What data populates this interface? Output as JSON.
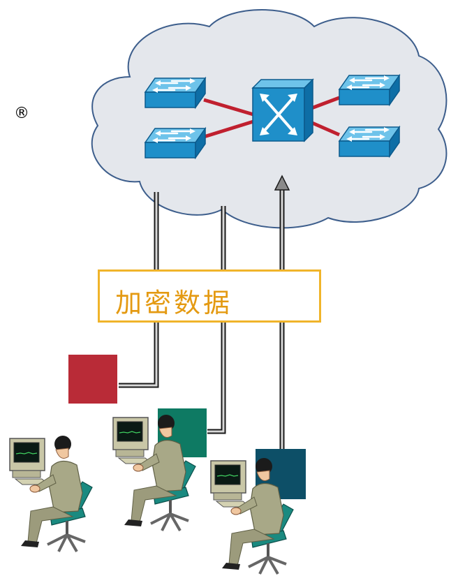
{
  "diagram": {
    "mark": "®",
    "label": "加密数据",
    "colors": {
      "cloud_fill": "#e4e7ec",
      "cloud_stroke": "#3d5e8c",
      "device_blue": "#1f8fc9",
      "link_red": "#c0202f",
      "label_border": "#f0b42a",
      "label_text": "#e49a12",
      "square_red": "#b92b37",
      "square_green": "#0e7a63",
      "square_teal": "#0d4f67"
    },
    "nodes": [
      {
        "id": "switch-top-left",
        "type": "switch-icon"
      },
      {
        "id": "switch-bottom-left",
        "type": "switch-icon"
      },
      {
        "id": "switch-top-right",
        "type": "switch-icon"
      },
      {
        "id": "switch-bottom-right",
        "type": "switch-icon"
      },
      {
        "id": "atm-switch",
        "type": "atm-switch-icon"
      },
      {
        "id": "user-1",
        "type": "workstation-user-icon"
      },
      {
        "id": "user-2",
        "type": "workstation-user-icon"
      },
      {
        "id": "user-3",
        "type": "workstation-user-icon"
      }
    ]
  }
}
